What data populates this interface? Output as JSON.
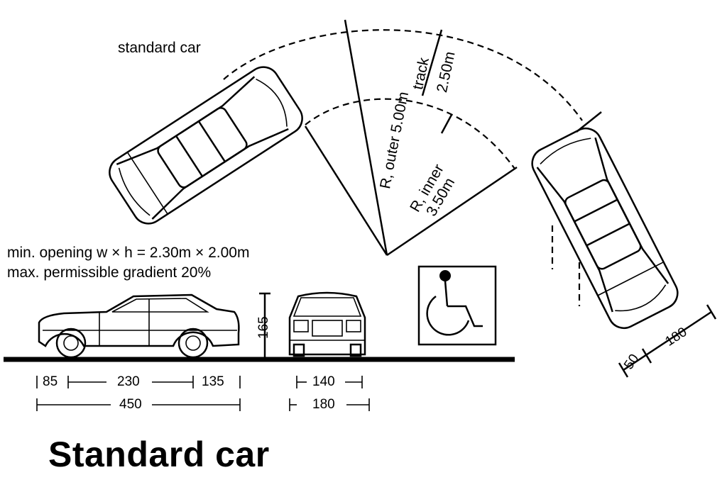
{
  "labels": {
    "standard_car": "standard car",
    "outer": "R, outer 5.00m",
    "inner_a": "R, inner",
    "inner_b": "3.50m",
    "track_a": "track",
    "track_b": "2.50m",
    "opening": "min. opening w × h = 2.30m × 2.00m",
    "gradient": "max. permissible gradient 20%",
    "height": "165",
    "title": "Standard car"
  },
  "dimensions": {
    "front_overhang": "85",
    "wheelbase": "230",
    "rear_overhang": "135",
    "total_length": "450",
    "track_width": "140",
    "total_width": "180",
    "side_clear": "50",
    "side_width": "180"
  },
  "icons": {
    "accessibility": "wheelchair-icon"
  }
}
